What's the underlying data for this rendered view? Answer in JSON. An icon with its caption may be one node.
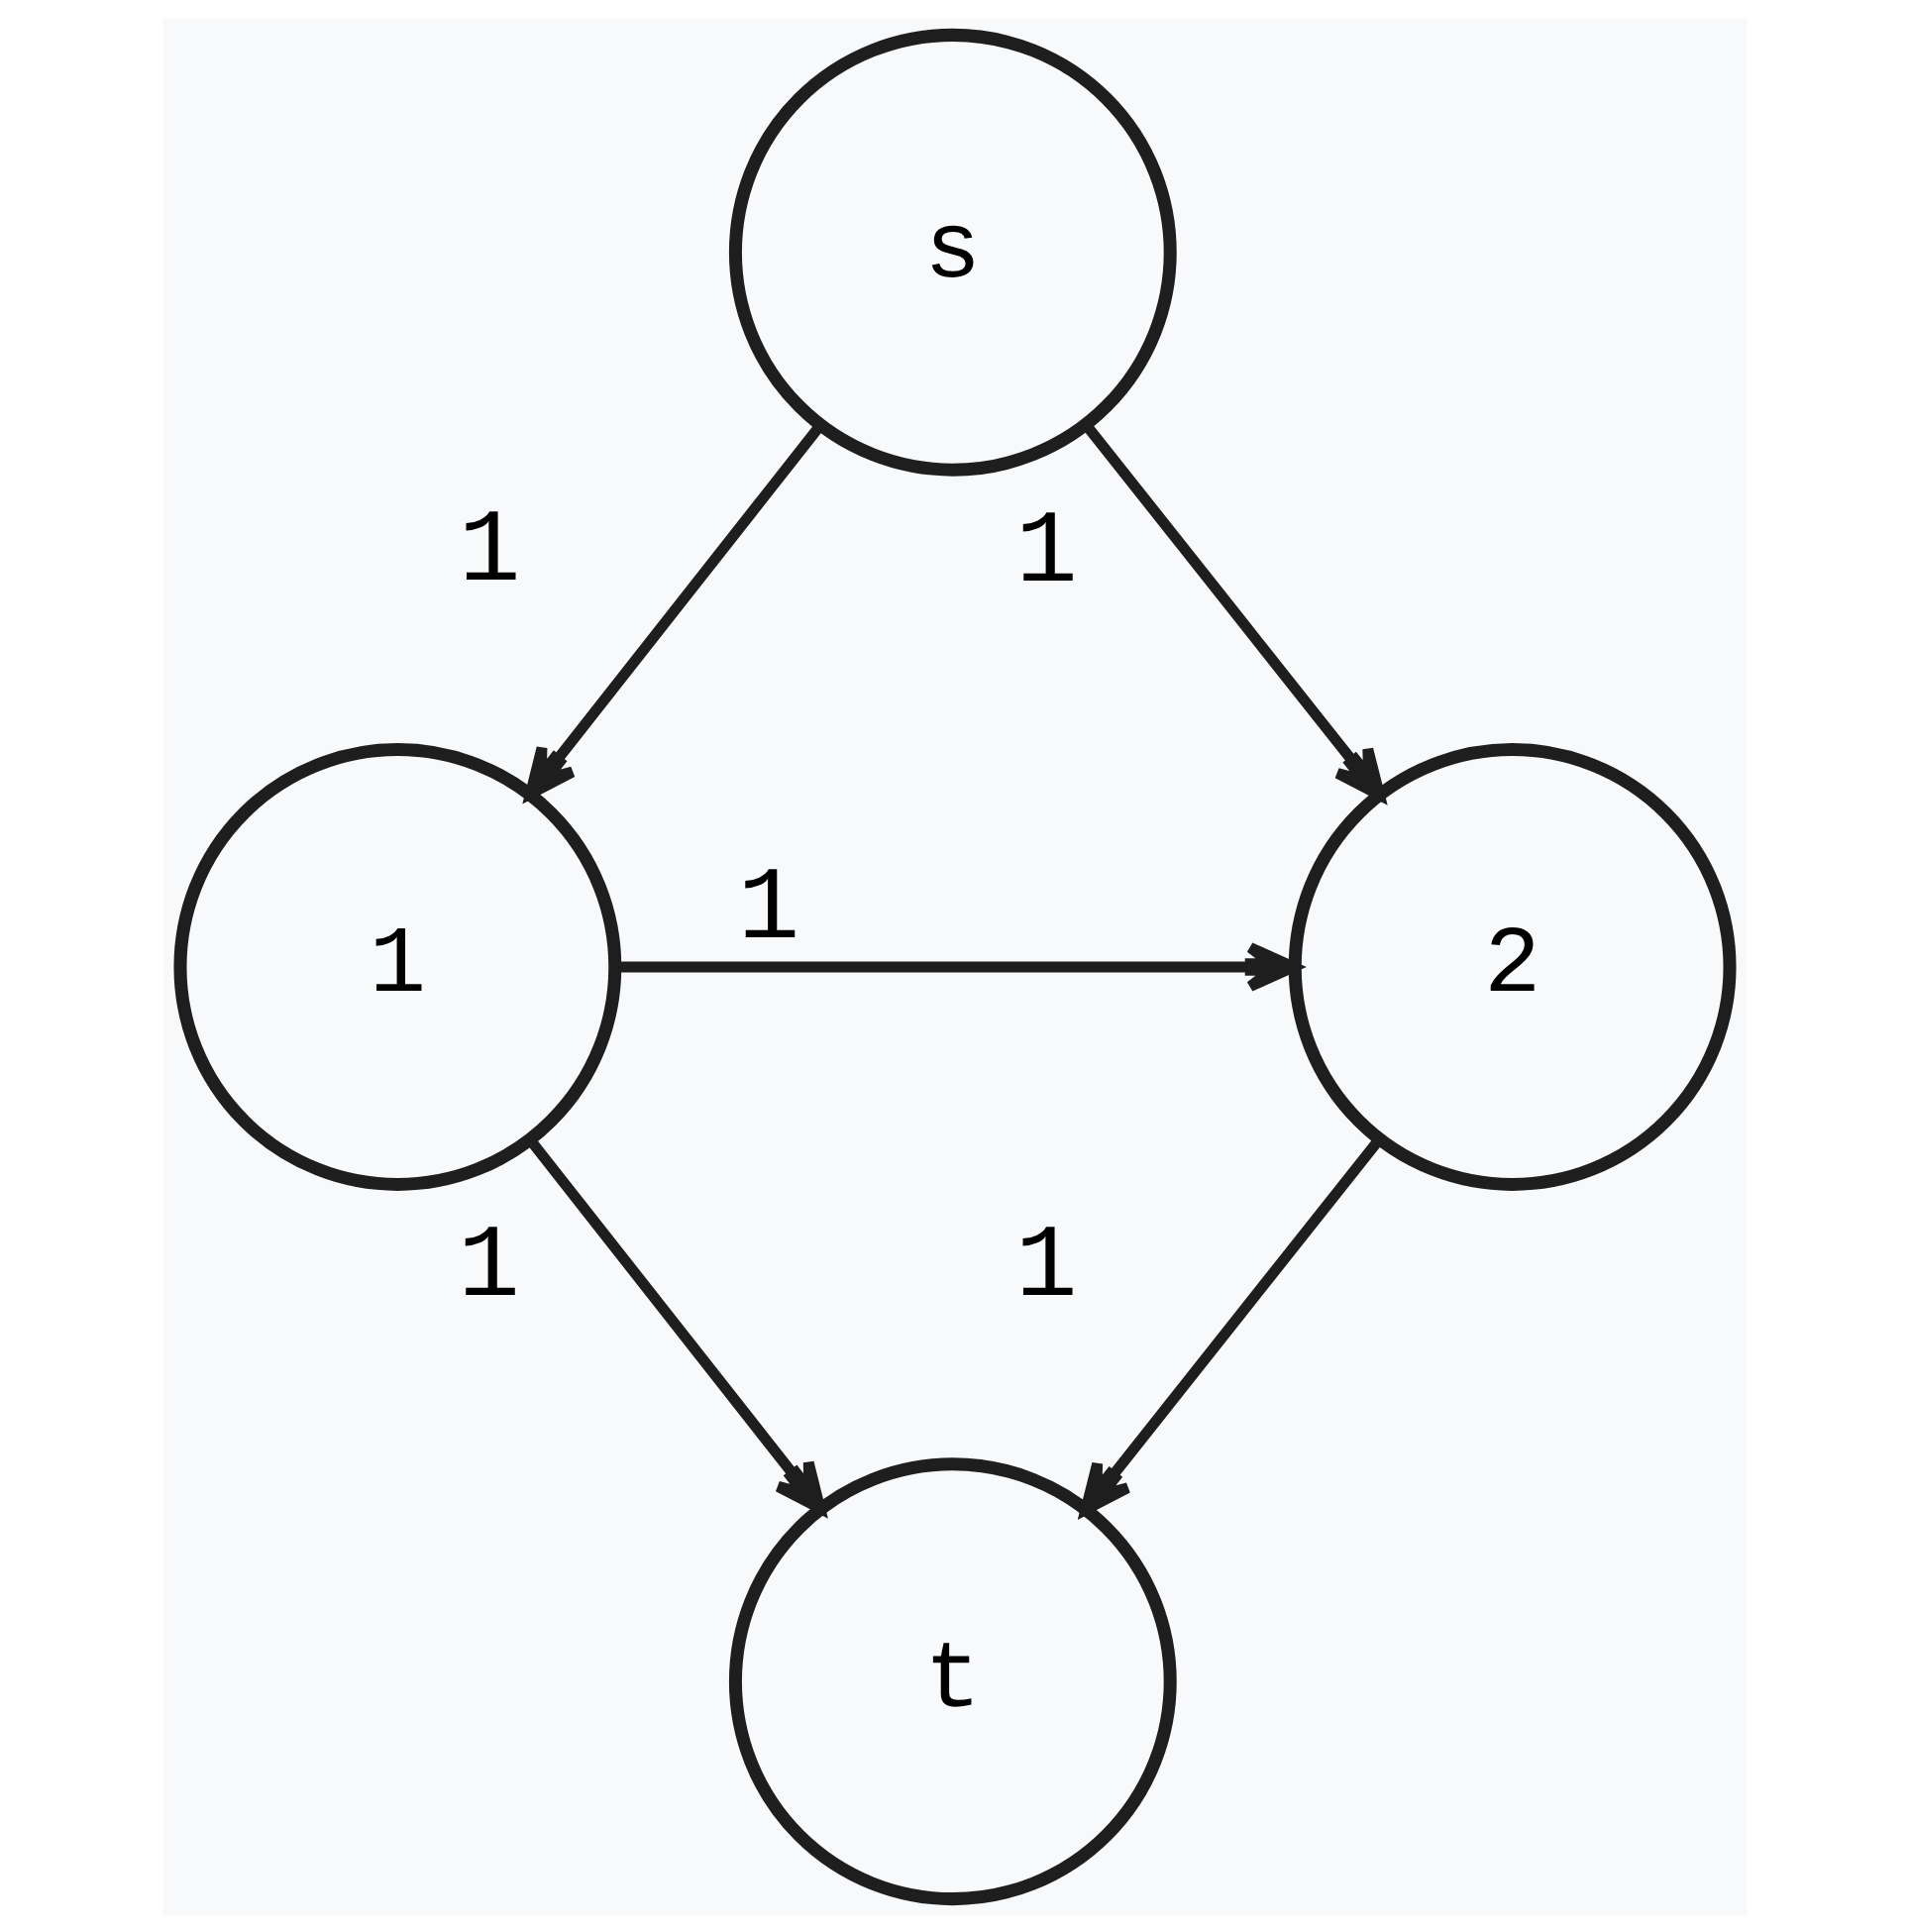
{
  "diagram": {
    "nodes": [
      {
        "text": [
          "s"
        ]
      },
      {
        "text": [
          "1"
        ]
      },
      {
        "text": [
          "2"
        ]
      },
      {
        "text": [
          "t"
        ]
      }
    ],
    "edges": [
      {
        "from": 0,
        "to": 1,
        "arrow": "to",
        "label": "1"
      },
      {
        "from": 0,
        "to": 2,
        "arrow": "to",
        "label": "1"
      },
      {
        "from": 1,
        "to": 2,
        "arrow": "to",
        "label": "1"
      },
      {
        "from": 1,
        "to": 3,
        "arrow": "to",
        "label": "1"
      },
      {
        "from": 2,
        "to": 3,
        "arrow": "to",
        "label": "1"
      }
    ]
  }
}
